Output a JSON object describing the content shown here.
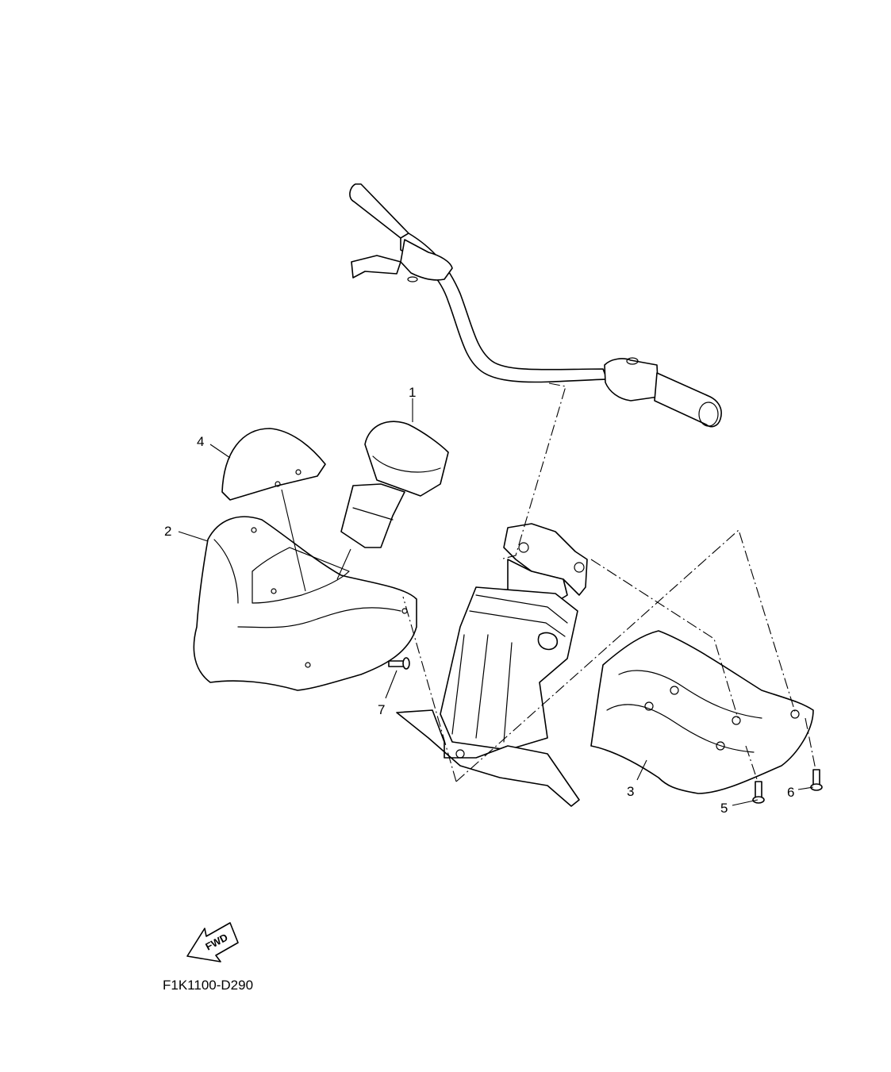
{
  "figure_code": "F1K1100-D290",
  "direction_marker": "FWD",
  "callouts": [
    {
      "id": "1",
      "label": "1"
    },
    {
      "id": "2",
      "label": "2"
    },
    {
      "id": "3",
      "label": "3"
    },
    {
      "id": "4",
      "label": "4"
    },
    {
      "id": "5",
      "label": "5"
    },
    {
      "id": "6",
      "label": "6"
    },
    {
      "id": "7",
      "label": "7"
    }
  ]
}
